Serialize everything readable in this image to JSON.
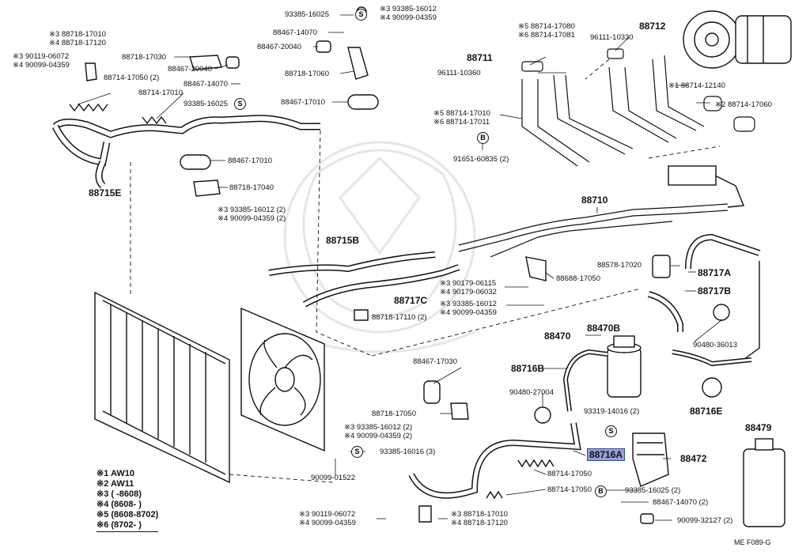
{
  "labels": {
    "l_93385_16025_top": "93385-16025",
    "l_93385_16012_top": "※3 93385-16012",
    "l_90099_04359_top": "※4 90099-04359",
    "l_88467_14070_top": "88467-14070",
    "l_88467_20040_top": "88467-20040",
    "l_88718_17060": "88718-17060",
    "l_88718_17010_tl": "※3 88718-17010",
    "l_88718_17120_tl": "※4 88718-17120",
    "l_90119_06072_tl": "※3 90119-06072",
    "l_90099_04359_tl": "※4 90099-04359",
    "l_88718_17030": "88718-17030",
    "l_88467_20040_mid": "88467-20040",
    "l_88714_17050_tl": "88714-17050 (2)",
    "l_88467_14070_mid": "88467-14070",
    "l_88714_17010_mid": "88714-17010",
    "l_93385_16025_mid": "93385-16025",
    "l_88467_17010_a": "88467-17010",
    "l_88467_17010_b": "88467-17010",
    "l_88718_17040": "88718-17040",
    "l_93385_16012_mid": "※3 93385-16012 (2)",
    "l_90099_04359_mid": "※4 90099-04359 (2)",
    "l_88715E": "88715E",
    "l_88715B": "88715B",
    "l_88714_17080": "※5 88714-17080",
    "l_88714_17081": "※6 88714-17081",
    "l_88711": "88711",
    "l_96111_10360": "96111-10360",
    "l_88712": "88712",
    "l_96111_10330": "96111-10330",
    "l_88714_12140": "※1 88714-12140",
    "l_88714_17060": "※2 88714-17060",
    "l_88714_17010_r": "※5 88714-17010",
    "l_88714_17011": "※6 88714-17011",
    "l_91651_60835": "91651-60835 (2)",
    "l_88710": "88710",
    "l_88578_17020": "88578-17020",
    "l_88688_17050": "88688-17050",
    "l_90179_06115": "※3 90179-06115",
    "l_90179_06032": "※4 90179-06032",
    "l_93385_16012_r": "※3 93385-16012",
    "l_90099_04359_r": "※4 90099-04359",
    "l_88717C": "88717C",
    "l_88718_17110": "88718-17110 (2)",
    "l_88717A": "88717A",
    "l_88717B": "88717B",
    "l_88470": "88470",
    "l_88470B": "88470B",
    "l_90480_36013": "90480-36013",
    "l_88716B": "88716B",
    "l_88716E": "88716E",
    "l_88467_17030": "88467-17030",
    "l_90480_27004": "90480-27004",
    "l_93319_14016": "93319-14016 (2)",
    "l_88718_17050": "88718-17050",
    "l_93385_16012_bl": "※3 93385-16012 (2)",
    "l_90099_04359_bl": "※4 90099-04359 (2)",
    "l_93385_16016": "93385-16016 (3)",
    "l_90099_01522": "90099-01522",
    "l_88716A": "88716A",
    "l_88472": "88472",
    "l_88479": "88479",
    "l_88714_17050_b1": "88714-17050",
    "l_88714_17050_b2": "88714-17050",
    "l_93385_16025_b": "93385-16025 (2)",
    "l_88467_14070_b": "88467-14070 (2)",
    "l_90099_32127": "90099-32127 (2)",
    "l_90119_06072_b": "※3 90119-06072",
    "l_90099_04359_b": "※4 90099-04359",
    "l_88718_17010_b": "※3 88718-17010",
    "l_88718_17120_b": "※4 88718-17120",
    "l_ref": "ME F089-G"
  },
  "symbols": {
    "s": "S",
    "b": "B"
  },
  "notes": [
    "※1 AW10",
    "※2 AW11",
    "※3 (     -8608)",
    "※4 (8608-     )",
    "※5 (8608-8702)",
    "※6 (8702-     )"
  ],
  "colors": {
    "line": "#111111",
    "highlight": "#8fa3d8",
    "watermark": "#e6e6e6"
  }
}
